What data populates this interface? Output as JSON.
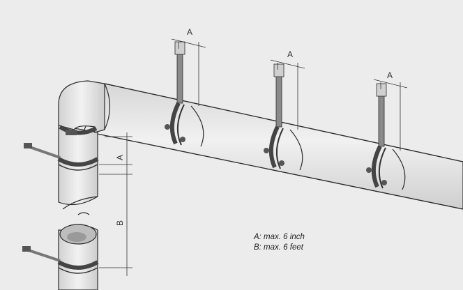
{
  "dimension_labels": {
    "a": "A",
    "b": "B"
  },
  "notes": {
    "line1": "A: max. 6 inch",
    "line2": "B: max. 6 feet"
  },
  "colors": {
    "background": "#ececec",
    "pipe_fill": "#e3e3e3",
    "pipe_edge": "#2a2a2a",
    "clamp_dark": "#4a4a4a"
  }
}
